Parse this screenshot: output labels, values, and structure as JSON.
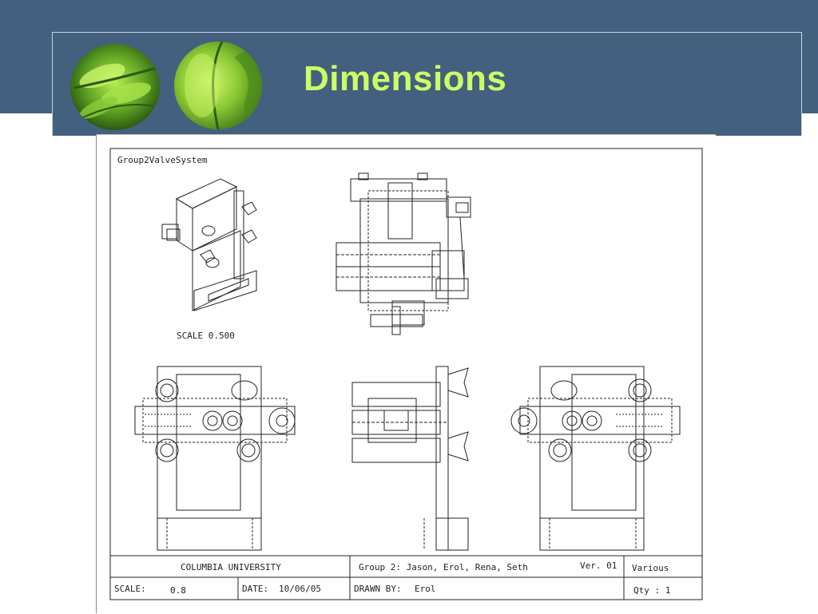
{
  "slide": {
    "title": "Dimensions"
  },
  "drawing": {
    "name": "Group2ValveSystem",
    "iso_view_scale": "SCALE  0.500"
  },
  "title_block": {
    "university": "COLUMBIA UNIVERSITY",
    "group": "Group 2: Jason, Erol, Rena, Seth",
    "version": "Ver. 01",
    "material": "Various",
    "scale_label": "SCALE:",
    "scale_value": "0.8",
    "date_label": "DATE:",
    "date_value": "10/06/05",
    "drawn_by_label": "DRAWN BY:",
    "drawn_by_value": "Erol",
    "qty": "Qty : 1"
  },
  "colors": {
    "header_bg": "#44607f",
    "title": "#ccff66",
    "leaf_dark": "#2f5e12",
    "leaf_light": "#9fd63c"
  }
}
